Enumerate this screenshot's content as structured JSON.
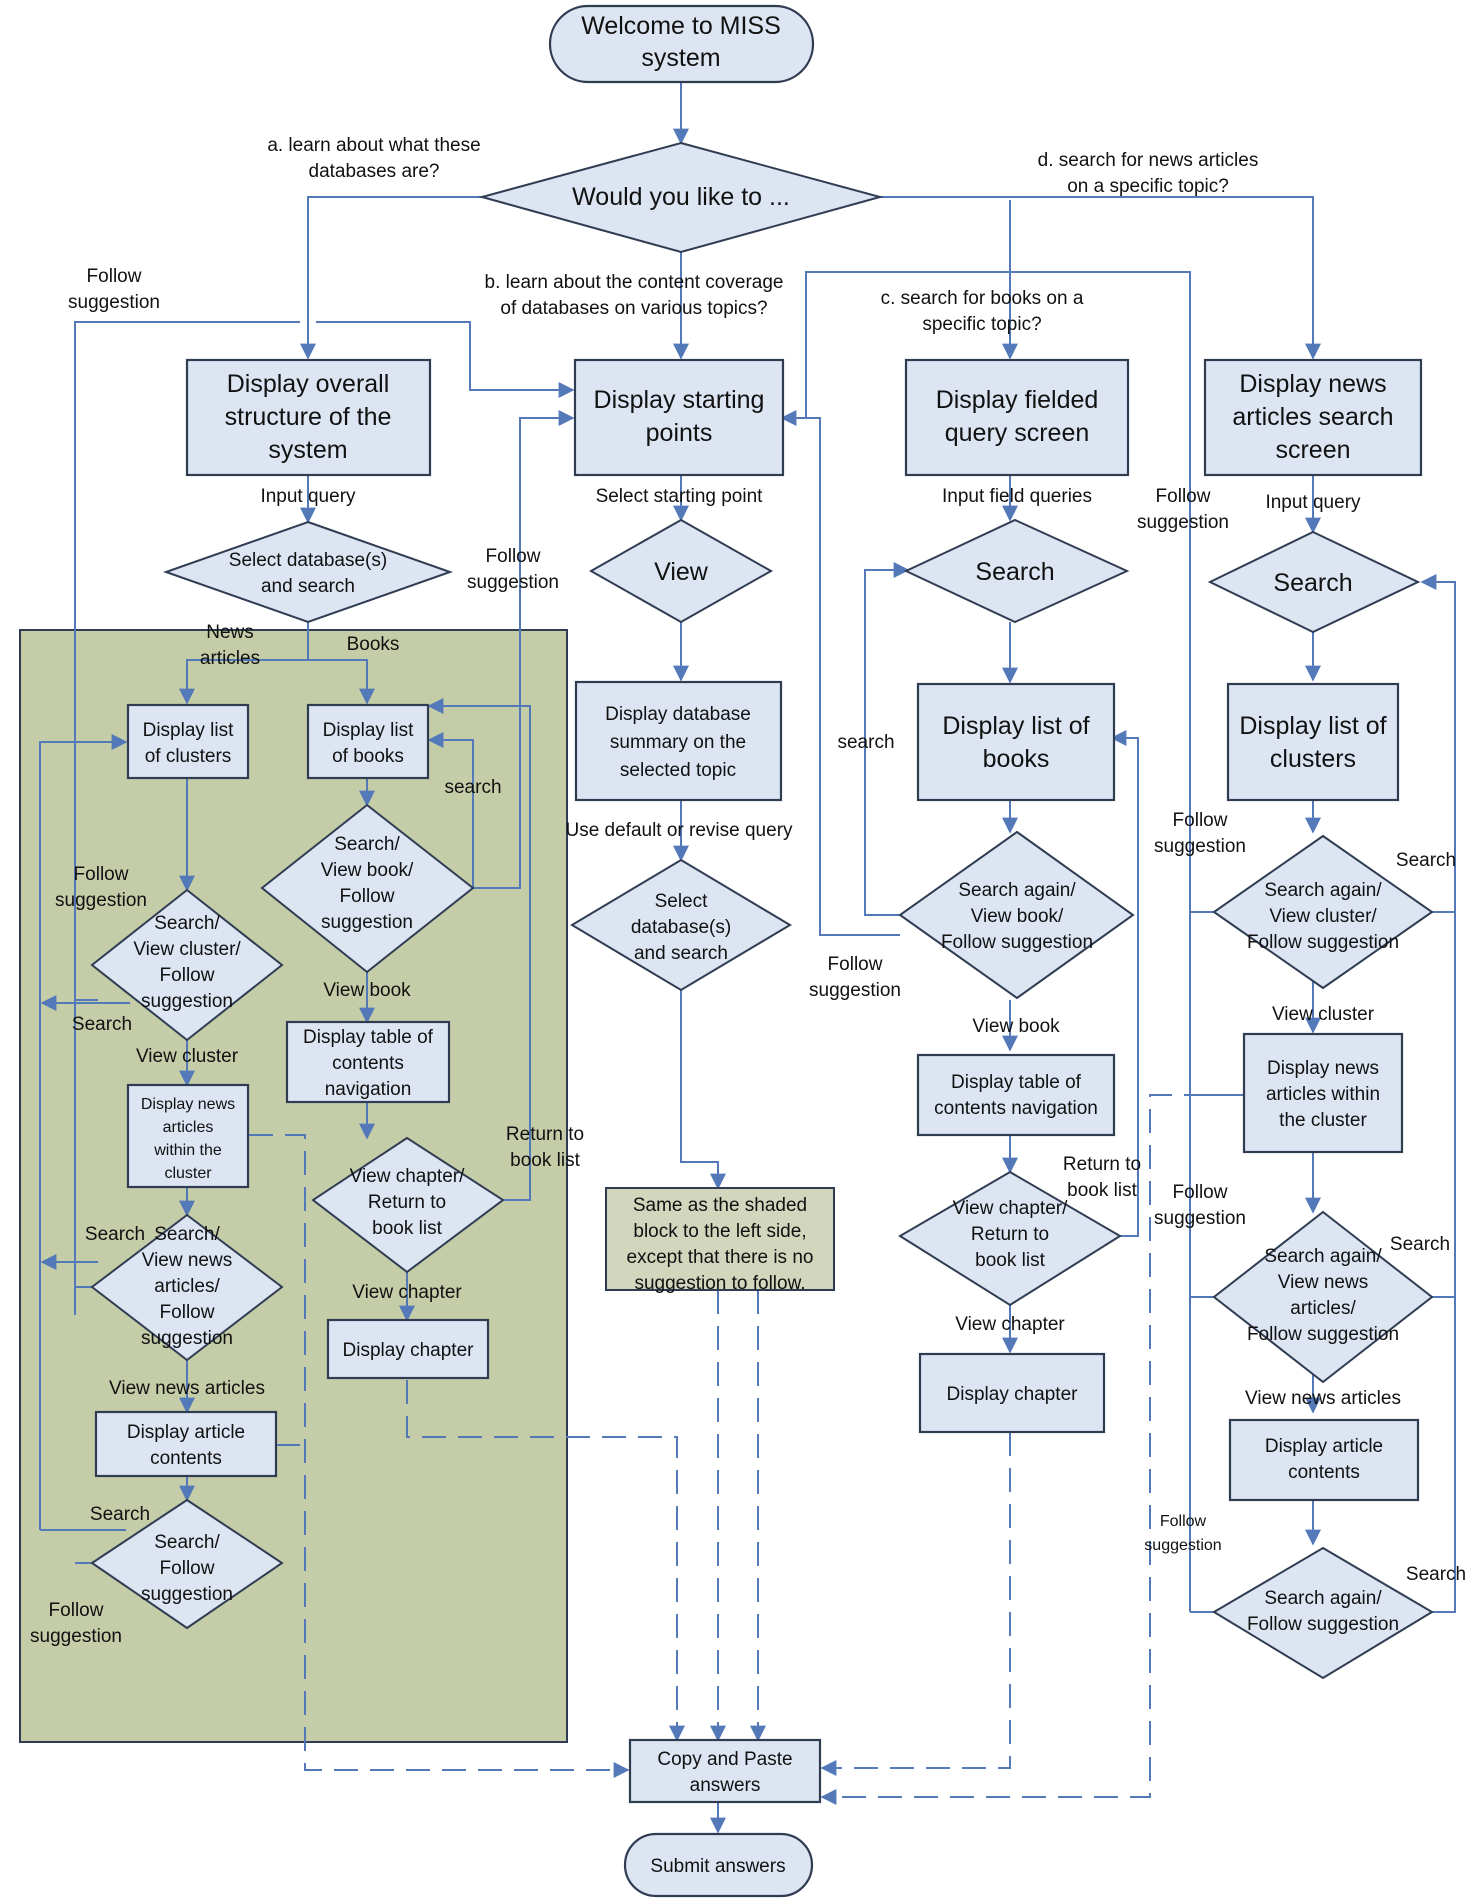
{
  "colors": {
    "node_fill": "#dde5f3",
    "node_stroke": "#2f3c52",
    "connector": "#5479b8",
    "shaded_region": "#c5cda8",
    "note_fill": "#d2d6bd"
  },
  "start": {
    "line1": "Welcome to MISS",
    "line2": "system"
  },
  "decision": {
    "label": "Would  you like to ..."
  },
  "options": {
    "a": {
      "line1": "a. learn about what these",
      "line2": "databases are?"
    },
    "b": {
      "line1": "b. learn about the content coverage",
      "line2": "of databases on various  topics?"
    },
    "c": {
      "line1": "c. search for books on a",
      "line2": "specific topic?"
    },
    "d": {
      "line1": "d. search for news articles",
      "line2": "on a specific topic?"
    }
  },
  "col_a": {
    "overall": {
      "line1": "Display overall",
      "line2": "structure of the",
      "line3": "system"
    },
    "input_query": "Input query",
    "select_db": {
      "line1": "Select database(s)",
      "line2": "and search"
    },
    "news_articles": {
      "line1": "News",
      "line2": "articles"
    },
    "books": "Books",
    "list_clusters": {
      "line1": "Display list",
      "line2": "of clusters"
    },
    "list_books": {
      "line1": "Display list",
      "line2": "of books"
    },
    "search": "search",
    "dec_book": {
      "line1": "Search/",
      "line2": "View book/",
      "line3": "Follow",
      "line4": "suggestion"
    },
    "dec_cluster": {
      "line1": "Search/",
      "line2": "View cluster/",
      "line3": "Follow",
      "line4": "suggestion"
    },
    "view_book": "View book",
    "toc": {
      "line1": "Display table of",
      "line2": "contents",
      "line3": "navigation"
    },
    "view_cluster": "View cluster",
    "news_within": {
      "line1": "Display news",
      "line2": "articles",
      "line3": "within the",
      "line4": "cluster"
    },
    "dec_chapter": {
      "line1": "View chapter/",
      "line2": "Return to",
      "line3": "book list"
    },
    "return_to": {
      "line1": "Return to",
      "line2": "book list"
    },
    "view_chapter": "View chapter",
    "chapter": "Display chapter",
    "search_lbl": "Search",
    "dec_news": {
      "line1": "Search/",
      "line2": "View news",
      "line3": "articles/",
      "line4": "Follow",
      "line5": "suggestion"
    },
    "view_news": "View news articles",
    "article": {
      "line1": "Display article",
      "line2": "contents"
    },
    "dec_final": {
      "line1": "Search/",
      "line2": "Follow",
      "line3": "suggestion"
    },
    "follow": {
      "line1": "Follow",
      "line2": "suggestion"
    }
  },
  "col_b": {
    "starting": {
      "line1": "Display starting",
      "line2": "points"
    },
    "select_start": "Select starting point",
    "view": "View",
    "summary": {
      "line1": "Display database",
      "line2": "summary on the",
      "line3": "selected topic"
    },
    "use_default": "Use default or revise query",
    "select_db": {
      "line1": "Select",
      "line2": "database(s)",
      "line3": "and search"
    },
    "note": {
      "line1": "Same as the shaded",
      "line2": "block to the left side,",
      "line3": "except that there is no",
      "line4": "suggestion to follow."
    }
  },
  "col_c": {
    "fielded": {
      "line1": "Display fielded",
      "line2": "query screen"
    },
    "input_field": "Input field queries",
    "search": "Search",
    "list_books": {
      "line1": "Display list of",
      "line2": "books"
    },
    "search_lbl": "search",
    "dec_again": {
      "line1": "Search again/",
      "line2": "View book/",
      "line3": "Follow suggestion"
    },
    "view_book": "View book",
    "toc": {
      "line1": "Display table of",
      "line2": "contents navigation"
    },
    "return_to": {
      "line1": "Return to",
      "line2": "book list"
    },
    "dec_chapter": {
      "line1": "View chapter/",
      "line2": "Return to",
      "line3": "book list"
    },
    "view_chapter": "View chapter",
    "chapter": "Display chapter"
  },
  "col_d": {
    "news_screen": {
      "line1": "Display news",
      "line2": "articles search",
      "line3": "screen"
    },
    "input_query": "Input query",
    "search": "Search",
    "list_clusters": {
      "line1": "Display list of",
      "line2": "clusters"
    },
    "search_lbl": "Search",
    "dec_cluster": {
      "line1": "Search again/",
      "line2": "View cluster/",
      "line3": "Follow suggestion"
    },
    "view_cluster": "View cluster",
    "news_within": {
      "line1": "Display news",
      "line2": "articles within",
      "line3": "the cluster"
    },
    "dec_news": {
      "line1": "Search again/",
      "line2": "View news",
      "line3": "articles/",
      "line4": "Follow suggestion"
    },
    "view_news": "View news articles",
    "article": {
      "line1": "Display article",
      "line2": "contents"
    },
    "dec_final": {
      "line1": "Search again/",
      "line2": "Follow suggestion"
    }
  },
  "follow": {
    "line1": "Follow",
    "line2": "suggestion"
  },
  "copy": {
    "line1": "Copy and Paste",
    "line2": "answers"
  },
  "submit": "Submit answers"
}
